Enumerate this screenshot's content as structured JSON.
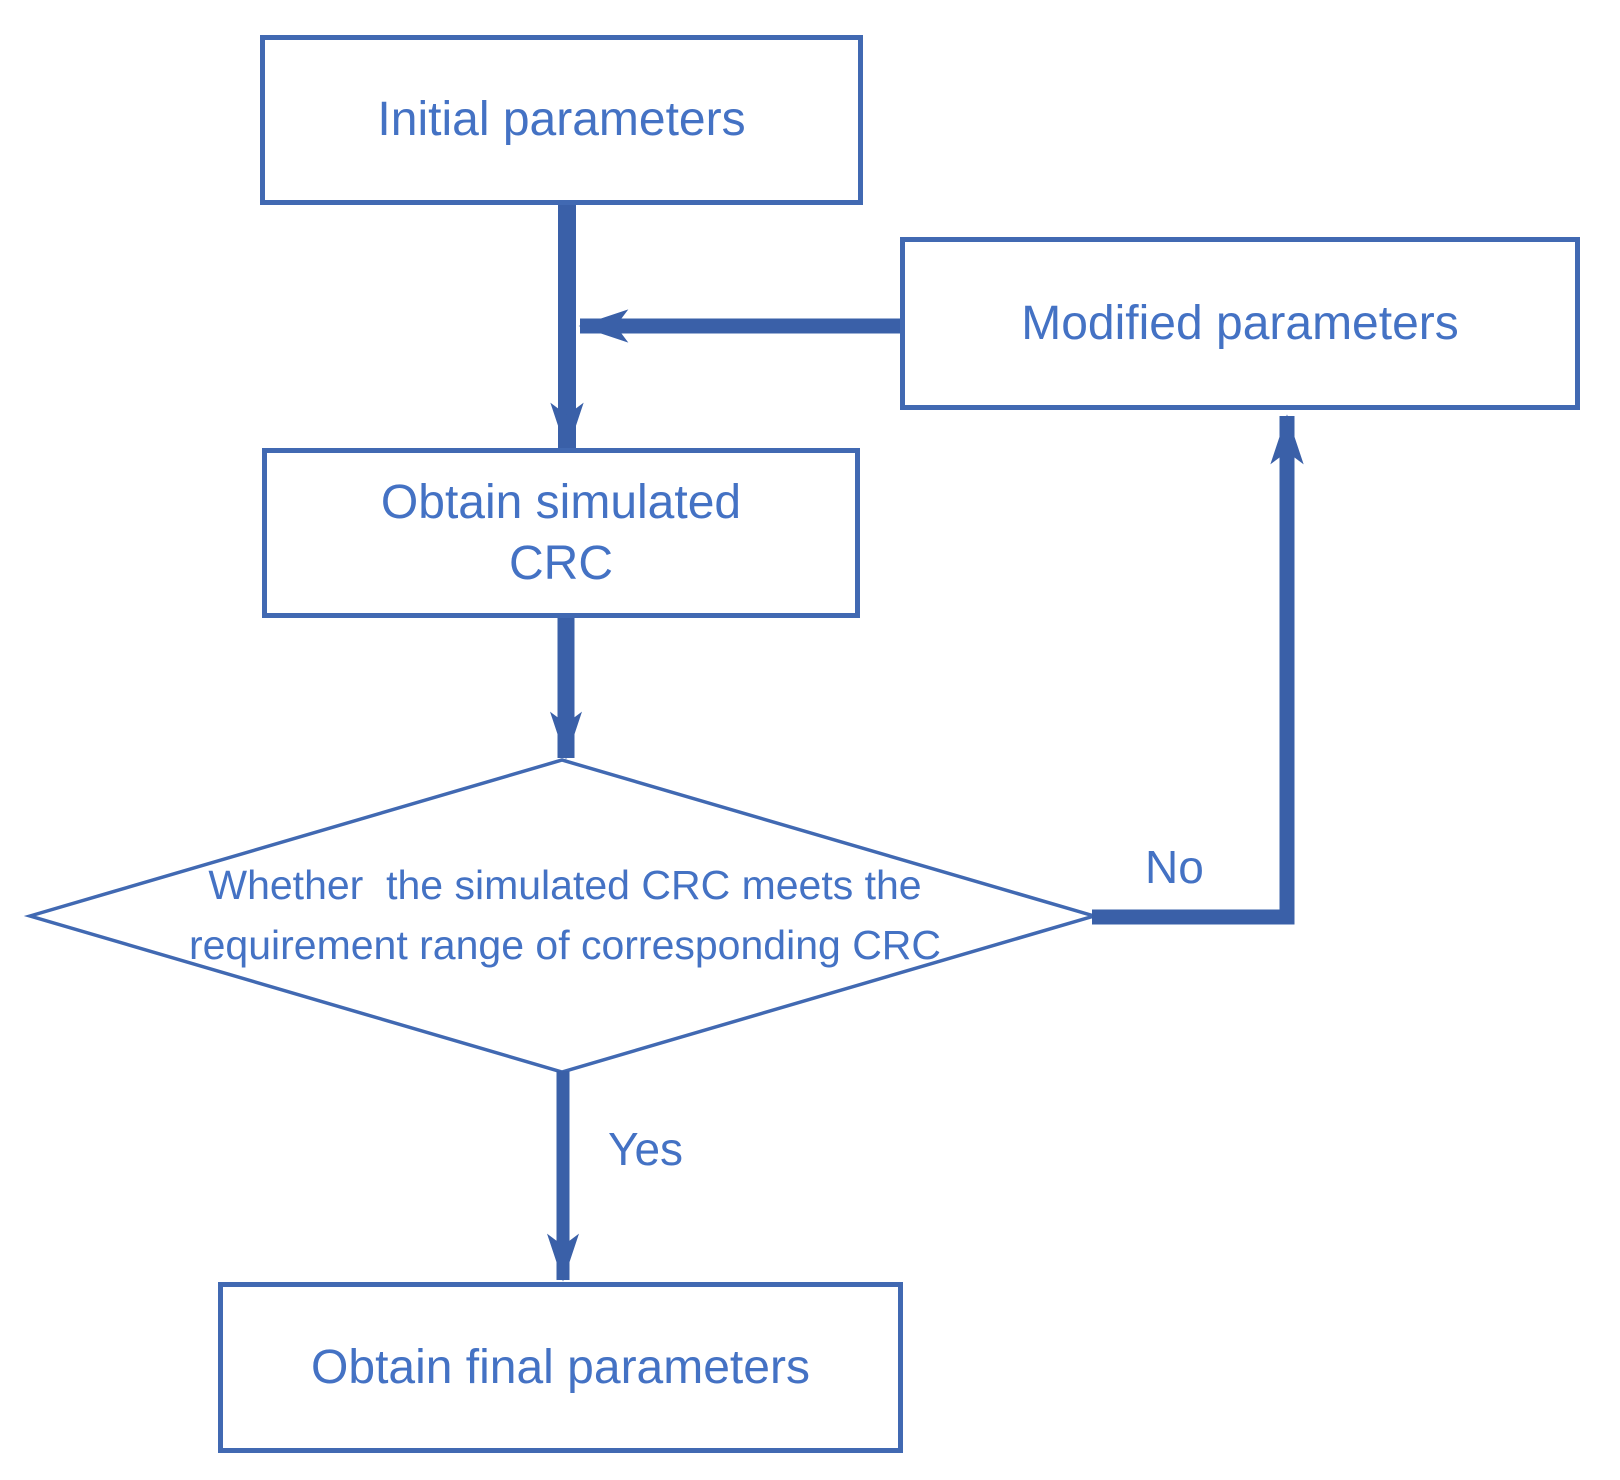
{
  "colors": {
    "box_border": "#4169B2",
    "box_text": "#4472C4",
    "arrow": "#3A60A8"
  },
  "nodes": {
    "initial": {
      "label": "Initial parameters"
    },
    "modified": {
      "label": "Modified parameters"
    },
    "simulated": {
      "lines": [
        "Obtain simulated",
        "CRC"
      ]
    },
    "decision": {
      "lines": [
        "Whether  the simulated CRC meets the",
        "requirement range of corresponding CRC"
      ]
    },
    "final": {
      "label": "Obtain final parameters"
    }
  },
  "edges": {
    "no_label": "No",
    "yes_label": "Yes"
  }
}
